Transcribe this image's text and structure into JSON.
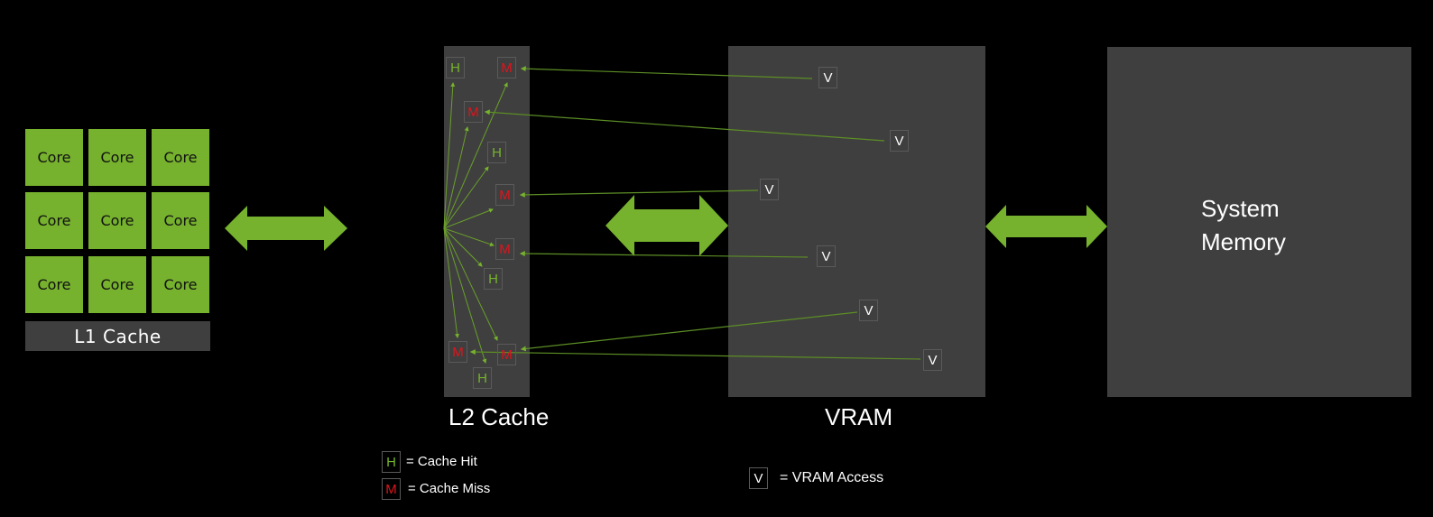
{
  "colors": {
    "accent_green": "#76b22d",
    "miss_red": "#e0141c",
    "panel_gray": "#3f3f3f",
    "background": "#000000"
  },
  "sm": {
    "cores": [
      "Core",
      "Core",
      "Core",
      "Core",
      "Core",
      "Core",
      "Core",
      "Core",
      "Core"
    ],
    "l1_label": "L1 Cache"
  },
  "l2": {
    "label": "L2 Cache",
    "accesses": [
      {
        "type": "H",
        "text": "H"
      },
      {
        "type": "M",
        "text": "M"
      },
      {
        "type": "M",
        "text": "M"
      },
      {
        "type": "H",
        "text": "H"
      },
      {
        "type": "M",
        "text": "M"
      },
      {
        "type": "M",
        "text": "M"
      },
      {
        "type": "H",
        "text": "H"
      },
      {
        "type": "M",
        "text": "M"
      },
      {
        "type": "M",
        "text": "M"
      },
      {
        "type": "H",
        "text": "H"
      }
    ]
  },
  "vram": {
    "label": "VRAM",
    "accesses": [
      "V",
      "V",
      "V",
      "V",
      "V",
      "V"
    ]
  },
  "system_memory": {
    "line1": "System",
    "line2": "Memory"
  },
  "legend": {
    "hit_symbol": "H",
    "hit_text": "=  Cache Hit",
    "miss_symbol": "M",
    "miss_text": "=  Cache Miss",
    "vram_symbol": "V",
    "vram_text": "= VRAM Access"
  }
}
